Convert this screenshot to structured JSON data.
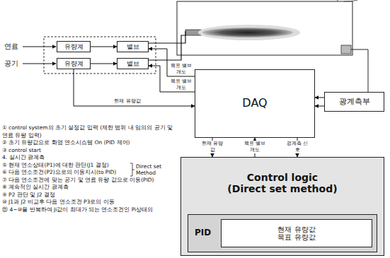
{
  "diagram": {
    "nodes": [
      {
        "text": [
          "유량계"
        ]
      },
      {
        "text": [
          "밸브"
        ]
      },
      {
        "text": [
          "유량계"
        ]
      },
      {
        "text": [
          "밸브"
        ]
      },
      {
        "text": [
          "DAQ"
        ]
      },
      {
        "text": [
          "광계측부"
        ]
      },
      {
        "text": [
          "Control logic",
          "(Direct set method)"
        ]
      },
      {
        "text": [
          "PID"
        ],
        "in": 6
      },
      {
        "text": [
          "현재 유량값",
          "목표 유량값"
        ],
        "in": 7
      }
    ],
    "edges": [
      {
        "from": 0,
        "to": 1,
        "arrow": "to"
      },
      {
        "from": 2,
        "to": 3,
        "arrow": "to"
      },
      {
        "from": 4,
        "to": 1,
        "label": "목표 밸브개도",
        "arrow": "to"
      },
      {
        "from": 4,
        "to": 3,
        "label": "목표 밸브개도",
        "arrow": "to"
      },
      {
        "from": 2,
        "to": 4,
        "label": "현재 유량값",
        "arrow": "to"
      },
      {
        "from": 5,
        "to": 4,
        "arrow": "to"
      },
      {
        "from": 5,
        "to": 4,
        "arrow": "to"
      },
      {
        "from": 4,
        "to": 6,
        "label": "현재 유량값",
        "arrow": "to"
      },
      {
        "from": 6,
        "to": 4,
        "label": "목표 밸브개도",
        "arrow": "to"
      },
      {
        "from": 4,
        "to": 6,
        "label": "광계측 신호",
        "arrow": "to"
      }
    ],
    "labels": [
      "연료",
      "공기",
      "① control system의 초기 설정값 입력 (제한 범위 내 임의의 공기 및 연료 유량 입력)",
      "② 초기 유량값으로 화염 연소시스템 On (PID 제어)",
      "③ control start",
      "4. 실시간 광계측",
      "⑤ 현재 연소상태(P1)에 대한 판단(J1 결정)",
      "⑥ 다음 연소조건(P2)으로의 이동지시(to PID)",
      "⑦ 다음 연소조건에 맞는 공기 및 연료 유량 값으로 이동(PID)",
      "⑧ 계속적인 실시간 광계측",
      "⑨ P2 판단 및 J2 결정",
      "⑩ J1과 J2 비교후 다음 연소조건 P3로의 이동",
      "⑪ 4~⑩을 반복하여 Ji값이 최대가 되는 연소조건인 Pi상태의",
      "Direct set Method"
    ]
  }
}
